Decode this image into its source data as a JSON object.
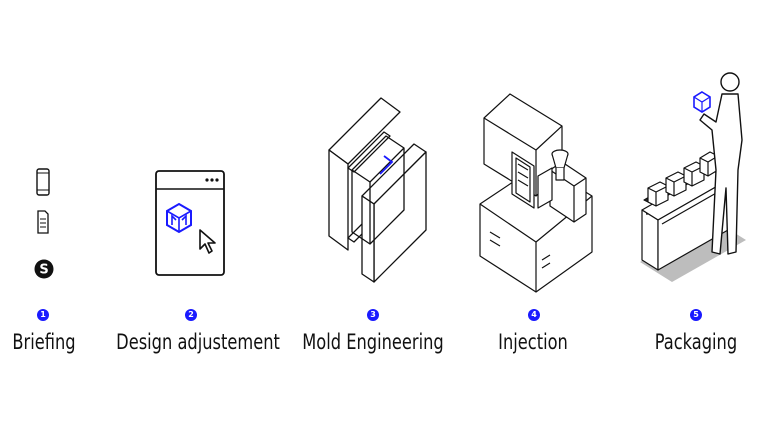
{
  "colors": {
    "accent": "#1a1aff",
    "ink": "#111111",
    "shadow": "#bdbdbd"
  },
  "steps": [
    {
      "number": "1",
      "label": "Briefing",
      "icons": [
        "smartphone-icon",
        "document-icon",
        "skype-icon"
      ]
    },
    {
      "number": "2",
      "label": "Design adjustement",
      "icons": [
        "browser-window-icon",
        "m-cube-logo-icon",
        "cursor-arrow-icon"
      ]
    },
    {
      "number": "3",
      "label": "Mold Engineering",
      "icons": [
        "mold-frame-icon"
      ]
    },
    {
      "number": "4",
      "label": "Injection",
      "icons": [
        "injection-machine-icon"
      ]
    },
    {
      "number": "5",
      "label": "Packaging",
      "icons": [
        "packaging-line-icon",
        "worker-figure-icon"
      ]
    }
  ]
}
